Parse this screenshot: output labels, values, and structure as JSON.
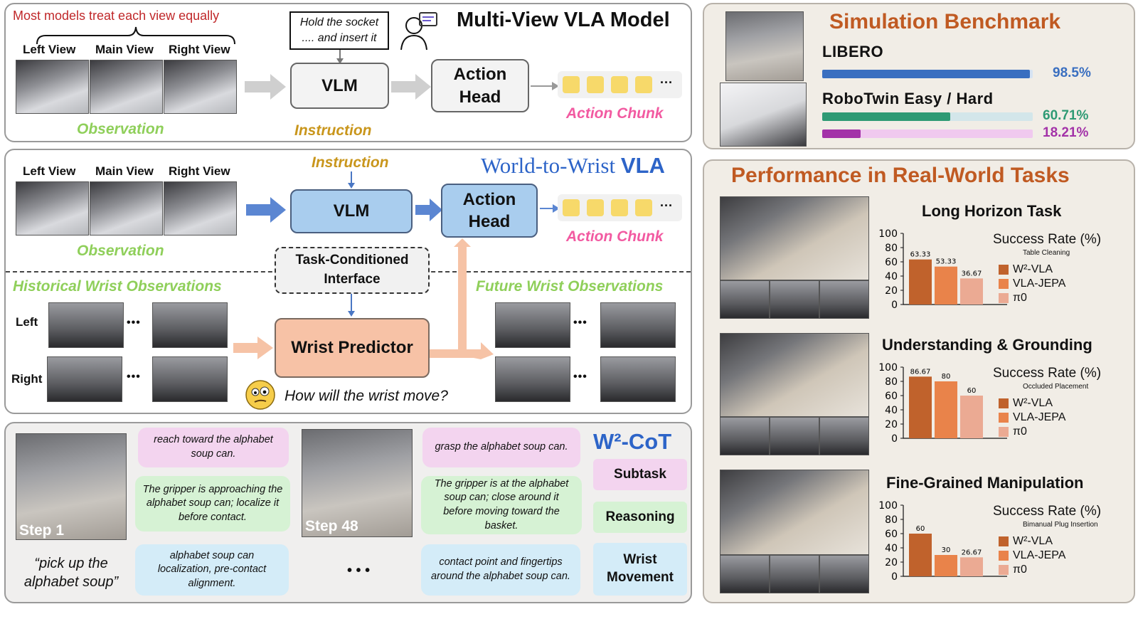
{
  "top": {
    "note": "Most models treat each view equally",
    "title": "Multi-View VLA Model",
    "views": [
      "Left View",
      "Main View",
      "Right View"
    ],
    "observation": "Observation",
    "instruction_box": "Hold the socket .... and insert it",
    "vlm": "VLM",
    "action_head": "Action Head",
    "instruction": "Instruction",
    "action_chunk": "Action Chunk",
    "ellipsis": "···"
  },
  "middle": {
    "title_prefix": "World-to-Wrist",
    "title_suffix": "VLA",
    "views": [
      "Left View",
      "Main View",
      "Right View"
    ],
    "instruction": "Instruction",
    "vlm": "VLM",
    "action_head": "Action Head",
    "action_chunk": "Action Chunk",
    "observation": "Observation",
    "interface": "Task-Conditioned Interface",
    "historical": "Historical Wrist Observations",
    "future": "Future Wrist Observations",
    "left": "Left",
    "right": "Right",
    "predictor": "Wrist Predictor",
    "question": "How will the wrist move?",
    "dots": "•••",
    "ellipsis": "···"
  },
  "cot": {
    "title": "W²-CoT",
    "step1": "Step 1",
    "step48": "Step 48",
    "quote": "“pick up the alphabet soup”",
    "dots": "• • •",
    "col1": {
      "subtask": "reach toward the alphabet soup can.",
      "reasoning": "The gripper is approaching the alphabet soup can; localize it before contact.",
      "movement": "alphabet soup can localization, pre-contact alignment."
    },
    "col2": {
      "subtask": "grasp the alphabet soup can.",
      "reasoning": "The gripper is at the alphabet soup can; close around it before moving toward the basket.",
      "movement": "contact point and fingertips around the alphabet soup can."
    },
    "tags": [
      "Subtask",
      "Reasoning",
      "Wrist Movement"
    ]
  },
  "sim": {
    "title": "Simulation Benchmark",
    "libero": "LIBERO",
    "libero_value": 98.5,
    "libero_label": "98.5%",
    "robotwin": "RoboTwin Easy / Hard",
    "easy_value": 60.71,
    "easy_label": "60.71%",
    "hard_value": 18.21,
    "hard_label": "18.21%",
    "colors": {
      "libero": "#3a6fc0",
      "easy": "#2e9a74",
      "easy_bg": "#d3e6ea",
      "hard": "#a332a8",
      "hard_bg": "#f0c9ef"
    }
  },
  "real": {
    "title": "Performance in Real-World Tasks"
  },
  "chart_data": [
    {
      "type": "bar",
      "title": "Long Horizon Task",
      "ylabel": "Success Rate (%)",
      "task": "Table Cleaning",
      "categories": [
        "W²-VLA",
        "VLA-JEPA",
        "π0"
      ],
      "values": [
        63.33,
        53.33,
        36.67
      ],
      "value_labels": [
        "63.33",
        "53.33",
        "36.67"
      ],
      "ylim": [
        0,
        100
      ],
      "yticks": [
        "0",
        "20",
        "40",
        "60",
        "80",
        "100"
      ],
      "colors": [
        "#c0622c",
        "#e9834a",
        "#ebaa93"
      ]
    },
    {
      "type": "bar",
      "title": "Understanding & Grounding",
      "ylabel": "Success Rate (%)",
      "task": "Occluded Placement",
      "categories": [
        "W²-VLA",
        "VLA-JEPA",
        "π0"
      ],
      "values": [
        86.67,
        80,
        60
      ],
      "value_labels": [
        "86.67",
        "80",
        "60"
      ],
      "ylim": [
        0,
        100
      ],
      "yticks": [
        "0",
        "20",
        "40",
        "60",
        "80",
        "100"
      ],
      "colors": [
        "#c0622c",
        "#e9834a",
        "#ebaa93"
      ]
    },
    {
      "type": "bar",
      "title": "Fine-Grained Manipulation",
      "ylabel": "Success Rate (%)",
      "task": "Bimanual Plug Insertion",
      "categories": [
        "W²-VLA",
        "VLA-JEPA",
        "π0"
      ],
      "values": [
        60,
        30,
        26.67
      ],
      "value_labels": [
        "60",
        "30",
        "26.67"
      ],
      "ylim": [
        0,
        100
      ],
      "yticks": [
        "0",
        "20",
        "40",
        "60",
        "80",
        "100"
      ],
      "colors": [
        "#c0622c",
        "#e9834a",
        "#ebaa93"
      ]
    }
  ]
}
